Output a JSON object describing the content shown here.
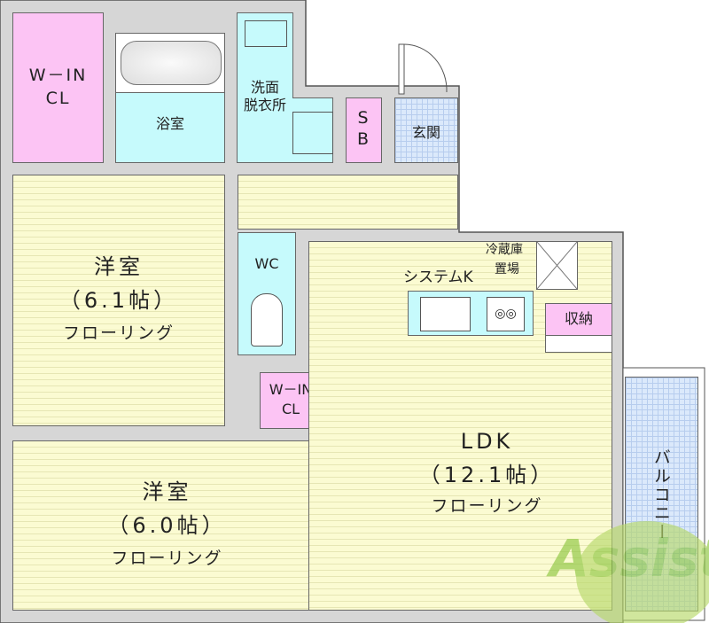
{
  "rooms": {
    "walkin_closet_1": {
      "line1": "W－IN",
      "line2": "CL"
    },
    "bathroom": "浴室",
    "washroom": {
      "line1": "洗面",
      "line2": "脱衣所"
    },
    "storage_sb": {
      "line1": "S",
      "line2": "B"
    },
    "entrance": "玄関",
    "western_room_1": {
      "name": "洋室",
      "size": "（6.1帖）",
      "floor": "フローリング"
    },
    "toilet": "WC",
    "walkin_closet_2": {
      "line1": "W－IN",
      "line2": "CL"
    },
    "western_room_2": {
      "name": "洋室",
      "size": "（6.0帖）",
      "floor": "フローリング"
    },
    "fridge_space": {
      "line1": "冷蔵庫",
      "line2": "置場"
    },
    "system_kitchen": "システムK",
    "storage": "収納",
    "ldk": {
      "name": "LDK",
      "size": "（12.1帖）",
      "floor": "フローリング"
    },
    "balcony": "バルコニー"
  },
  "watermark": "Assist",
  "colors": {
    "wall": "#d6d6d6",
    "closet": "#fcc4f4",
    "wet_area": "#c6fafc",
    "floor": "#fbfbd2",
    "tile": "#dbe9fb",
    "logo": "#9acd32"
  }
}
